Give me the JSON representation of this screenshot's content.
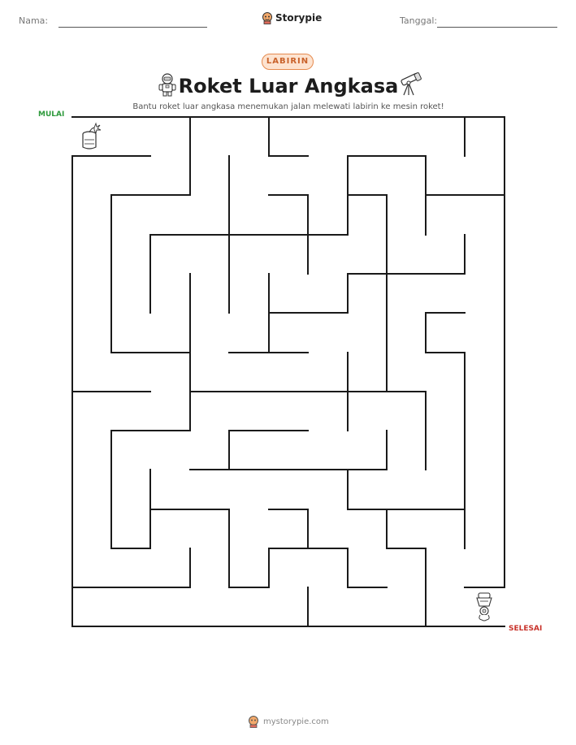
{
  "header": {
    "name_label": "Nama:",
    "date_label": "Tanggal:",
    "brand": "Storypie"
  },
  "badge": "LABIRIN",
  "title": "Roket Luar Angkasa",
  "subtitle": "Bantu roket luar angkasa menemukan jalan melewati labirin ke mesin roket!",
  "maze": {
    "start_label": "MULAI",
    "end_label": "SELESAI",
    "start_icon": "dynamite-icon",
    "end_icon": "rocket-engine-icon"
  },
  "decorations": [
    "astronaut-icon",
    "telescope-icon"
  ],
  "footer": "mystorypie.com",
  "colors": {
    "start": "#2e9a3c",
    "end": "#c8322a",
    "badge_border": "#e58a4e",
    "badge_fill": "#fde3d0"
  }
}
